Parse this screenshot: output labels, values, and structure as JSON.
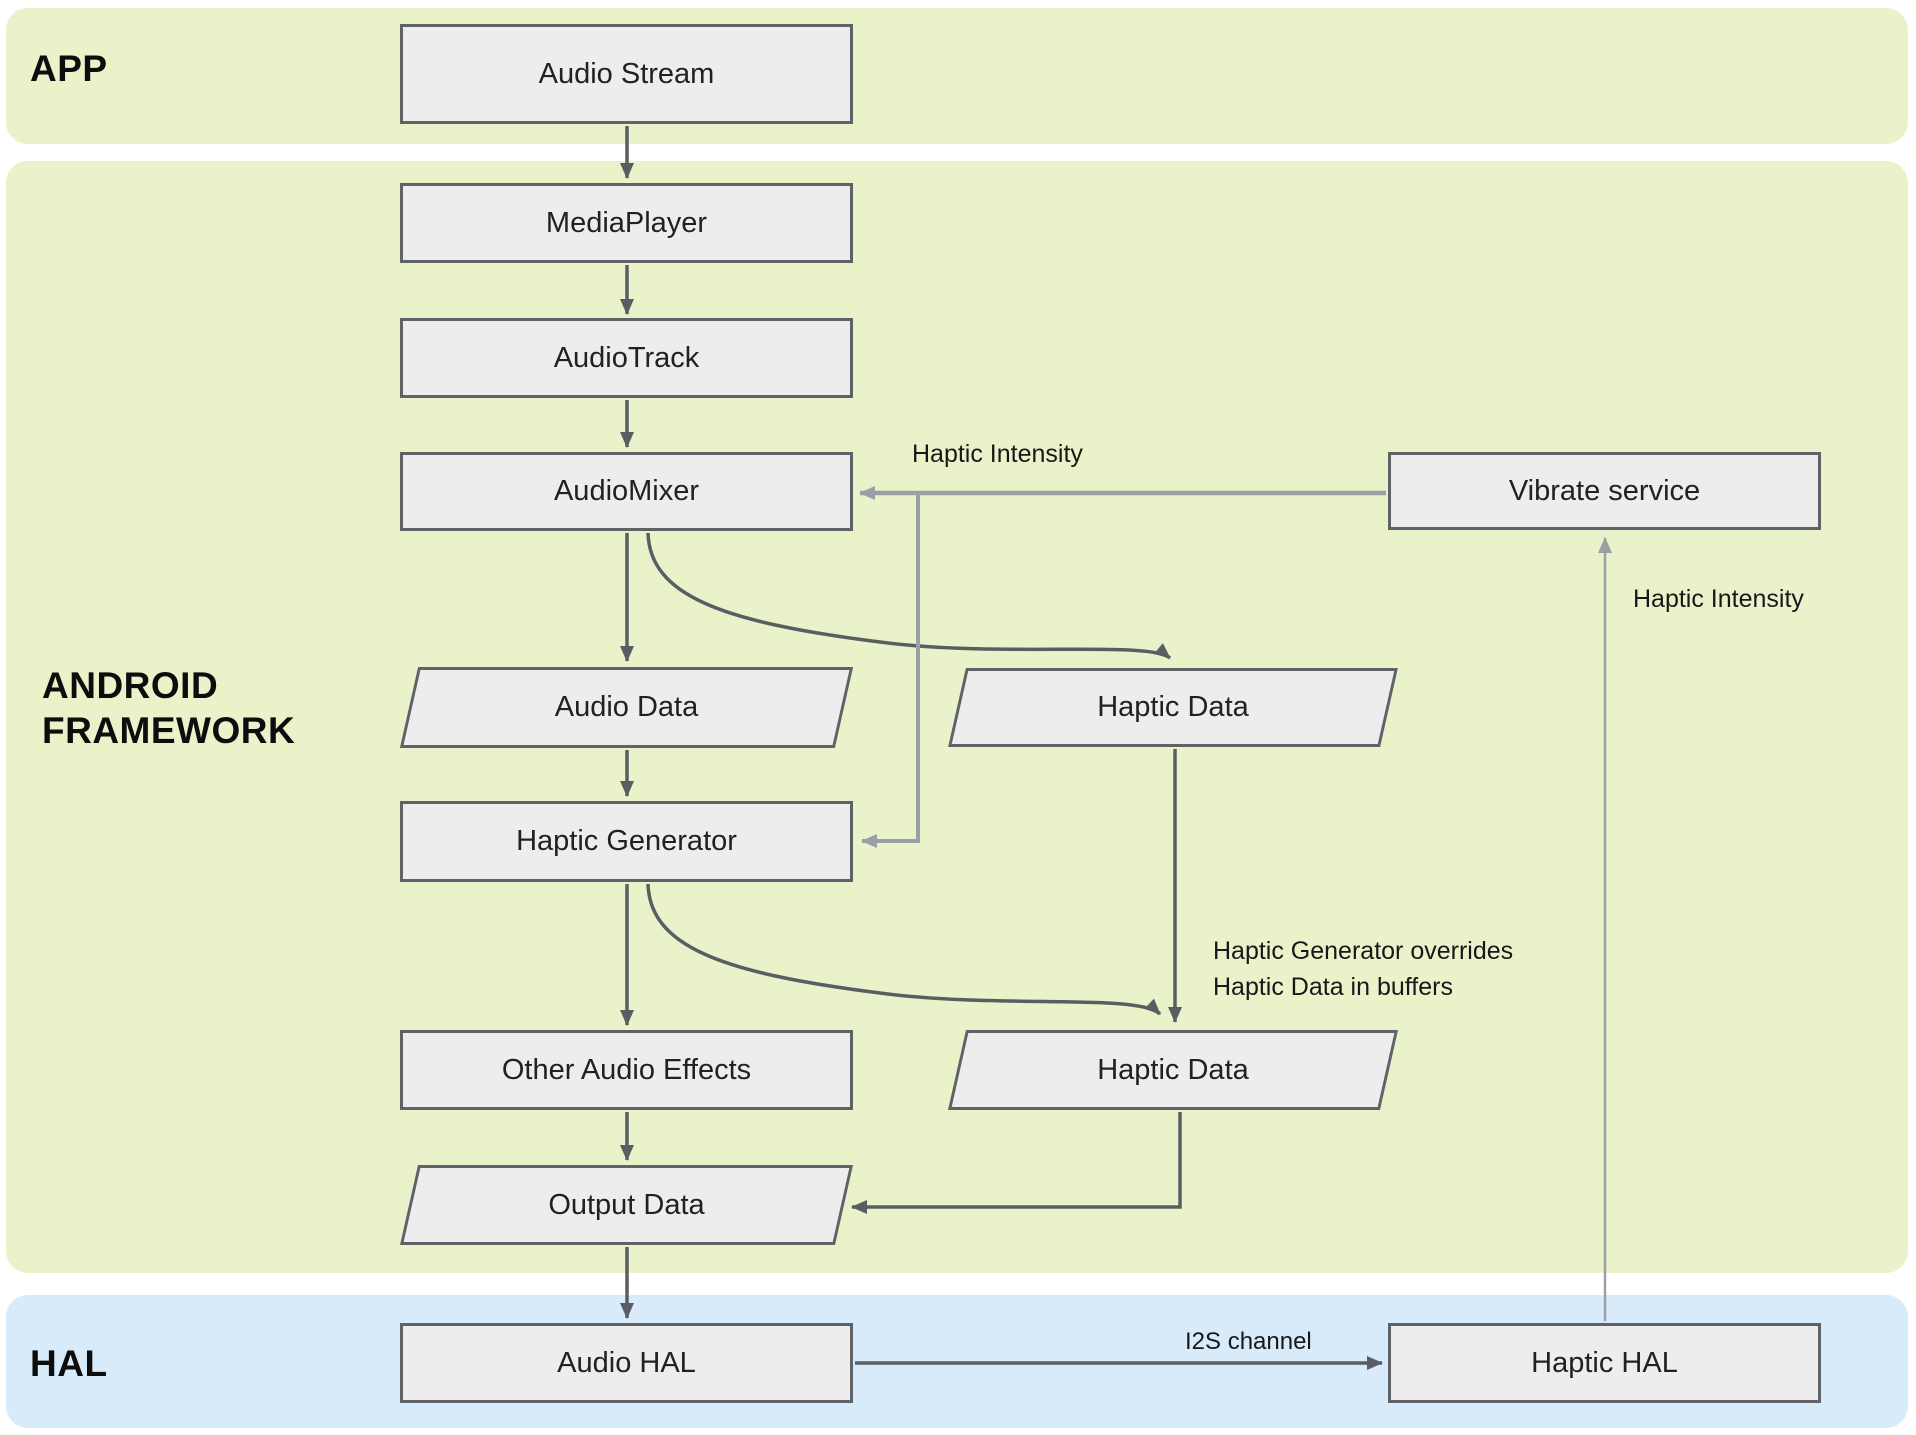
{
  "bands": {
    "app": {
      "label": "APP"
    },
    "framework": {
      "label": "ANDROID FRAMEWORK"
    },
    "hal": {
      "label": "HAL"
    }
  },
  "nodes": {
    "audio_stream": {
      "label": "Audio Stream",
      "shape": "rect"
    },
    "media_player": {
      "label": "MediaPlayer",
      "shape": "rect"
    },
    "audio_track": {
      "label": "AudioTrack",
      "shape": "rect"
    },
    "audio_mixer": {
      "label": "AudioMixer",
      "shape": "rect"
    },
    "vibrate_service": {
      "label": "Vibrate service",
      "shape": "rect"
    },
    "audio_data": {
      "label": "Audio Data",
      "shape": "parallelogram"
    },
    "haptic_data_1": {
      "label": "Haptic Data",
      "shape": "parallelogram"
    },
    "haptic_generator": {
      "label": "Haptic Generator",
      "shape": "rect"
    },
    "other_audio_effects": {
      "label": "Other Audio Effects",
      "shape": "rect"
    },
    "haptic_data_2": {
      "label": "Haptic Data",
      "shape": "parallelogram"
    },
    "output_data": {
      "label": "Output Data",
      "shape": "parallelogram"
    },
    "audio_hal": {
      "label": "Audio HAL",
      "shape": "rect"
    },
    "haptic_hal": {
      "label": "Haptic HAL",
      "shape": "rect"
    }
  },
  "edge_labels": {
    "haptic_intensity_to_mixer": "Haptic Intensity",
    "haptic_intensity_to_vibrate": "Haptic Intensity",
    "override_note": "Haptic Generator overrides\nHaptic Data in buffers",
    "i2s_channel": "I2S channel"
  },
  "colors": {
    "band-green": "#e9f2c9",
    "band-blue": "#d7ebfb",
    "node-fill": "#ededee",
    "node-border": "#5f6368",
    "arrow-dark": "#5a5e62",
    "arrow-gray": "#9aa0a6"
  }
}
